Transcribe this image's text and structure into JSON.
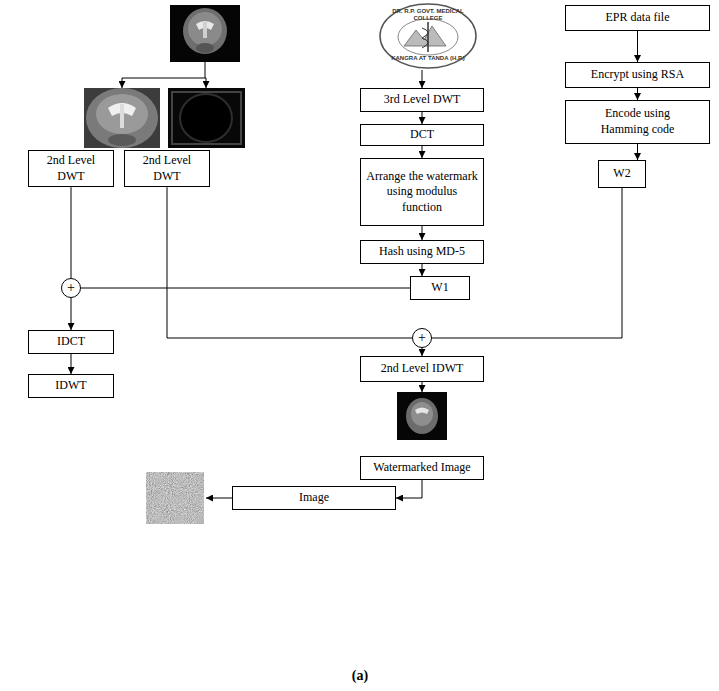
{
  "diagram": {
    "nodes": [
      {
        "text": [
          "3rd Level DWT"
        ]
      },
      {
        "text": [
          "DCT"
        ]
      },
      {
        "text": [
          "Arrange the watermark using modulus function"
        ]
      },
      {
        "text": [
          "Hash using MD-5"
        ]
      },
      {
        "text": [
          "W1"
        ]
      },
      {
        "text": [
          "EPR data file"
        ]
      },
      {
        "text": [
          "Encrypt using RSA"
        ]
      },
      {
        "text": [
          "Encode using Hamming code"
        ]
      },
      {
        "text": [
          "W2"
        ]
      },
      {
        "text": [
          "2nd Level DWT"
        ]
      },
      {
        "text": [
          "2nd Level DWT"
        ]
      },
      {
        "text": [
          "+"
        ]
      },
      {
        "text": [
          "IDCT"
        ]
      },
      {
        "text": [
          "IDWT"
        ]
      },
      {
        "text": [
          "+"
        ]
      },
      {
        "text": [
          "2nd Level IDWT"
        ]
      },
      {
        "text": [
          "Watermarked Image"
        ]
      },
      {
        "text": [
          "Image"
        ]
      }
    ],
    "edges": [
      {
        "from": 0,
        "to": 1,
        "arrow": "to"
      },
      {
        "from": 1,
        "to": 2,
        "arrow": "to"
      },
      {
        "from": 2,
        "to": 3,
        "arrow": "to"
      },
      {
        "from": 3,
        "to": 4,
        "arrow": "to"
      },
      {
        "from": 5,
        "to": 6,
        "arrow": "to"
      },
      {
        "from": 6,
        "to": 7,
        "arrow": "to"
      },
      {
        "from": 7,
        "to": 8,
        "arrow": "to"
      },
      {
        "from": 4,
        "to": 11,
        "arrow": "none"
      },
      {
        "from": 9,
        "to": 11,
        "arrow": "none"
      },
      {
        "from": 11,
        "to": 12,
        "arrow": "to"
      },
      {
        "from": 12,
        "to": 13,
        "arrow": "to"
      },
      {
        "from": 10,
        "to": 14,
        "arrow": "none"
      },
      {
        "from": 8,
        "to": 14,
        "arrow": "none"
      },
      {
        "from": 14,
        "to": 15,
        "arrow": "to"
      },
      {
        "from": 16,
        "to": 17,
        "arrow": "to"
      }
    ],
    "labels": [
      "DR. R.P. GOVT. MEDICAL COLLEGE",
      "KANGRA AT TANDA (H.P.)",
      "(a)"
    ]
  }
}
